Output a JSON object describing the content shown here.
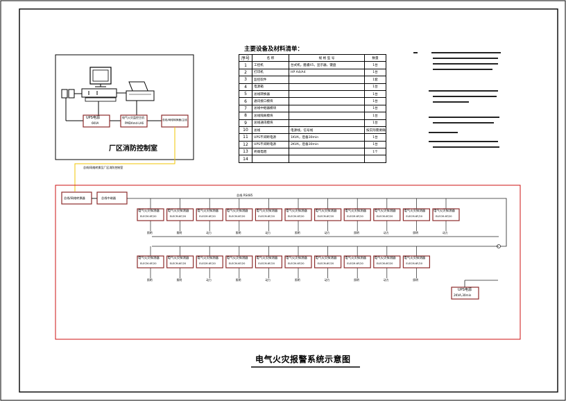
{
  "control_room": {
    "title": "厂区消防控制室",
    "ups_label": "UPS电源",
    "ups_spec": "6KVA",
    "host_label": "电气火灾监控主机",
    "host_model": "PMDAmd-LA6",
    "converter_label": "总线/网络转换器/主线"
  },
  "cable_note": "总线/网络转换至厂区消防控制室",
  "materials_table": {
    "title": "主要设备及材料清单：",
    "headers": [
      "序号",
      "名  称",
      "规 格 型 号",
      "数量"
    ],
    "rows": [
      [
        "1",
        "工控机",
        "台式机，酷睿/i5，显示器，键盘",
        "1台"
      ],
      [
        "2",
        "打印机",
        "HP A4/A4",
        "1台"
      ],
      [
        "3",
        "监控软件",
        "",
        "1套"
      ],
      [
        "4",
        "电源箱",
        "",
        "1台"
      ],
      [
        "5",
        "总线转换器",
        "",
        "1台"
      ],
      [
        "6",
        "通讯接口模块",
        "",
        "1台"
      ],
      [
        "7",
        "总线中继器模块",
        "",
        "1台"
      ],
      [
        "8",
        "总线隔离模块",
        "",
        "1台"
      ],
      [
        "9",
        "总线通讯模块",
        "",
        "1台"
      ],
      [
        "10",
        "总线",
        "电源线，信号线",
        "按实际需要确定"
      ],
      [
        "11",
        "UPS不间断电源",
        "1KVA，后备30min",
        "1台"
      ],
      [
        "12",
        "UPS不间断电源",
        "2KVA，后备30min",
        "1台"
      ],
      [
        "13",
        "终端电阻",
        "",
        "1个"
      ],
      [
        "14",
        "",
        "",
        ""
      ]
    ]
  },
  "field": {
    "converter1": "总线/网络转换器",
    "converter2": "总线中继器",
    "bus_label": "总线 RS485",
    "detector_name": "电气火灾探测器",
    "row1_models": [
      "ELECM-6F/20",
      "ELECM-6F/20",
      "ELECM-6F/20",
      "ELECM-6F/20",
      "ELECM-6F/20",
      "ELECM-6F/20",
      "ELECM-6F/20",
      "ELECM-6F/20",
      "ELECM-6F/20",
      "ELECM-6F/20",
      "ELECM-6F/20"
    ],
    "row2_models": [
      "ELECM-6F/20",
      "ELECM-6F/20",
      "ELECM-6F/20",
      "ELECM-6F/20",
      "ELECM-6F/20",
      "ELECM-6F/20",
      "ELECM-6F/20",
      "ELECM-6F/20",
      "ELECM-6F/20",
      "ELECM-6F/20"
    ],
    "row1_loads": [
      "照明",
      "照明",
      "动力",
      "照明",
      "动力",
      "照明",
      "动力",
      "照明",
      "动力",
      "照明",
      "动力"
    ],
    "row2_loads": [
      "照明",
      "照明",
      "动力",
      "照明",
      "动力",
      "照明",
      "动力",
      "照明",
      "动力",
      "照明"
    ],
    "ups_label": "UPS电源",
    "ups_spec": "2KVA,30min"
  },
  "diagram_title": "电气火灾报警系统示意图",
  "colors": {
    "frame": "#000000",
    "area_border": "#cc1111",
    "box_border": "#8b2a2a",
    "cable": "#f2c500",
    "bus": "#222222"
  }
}
